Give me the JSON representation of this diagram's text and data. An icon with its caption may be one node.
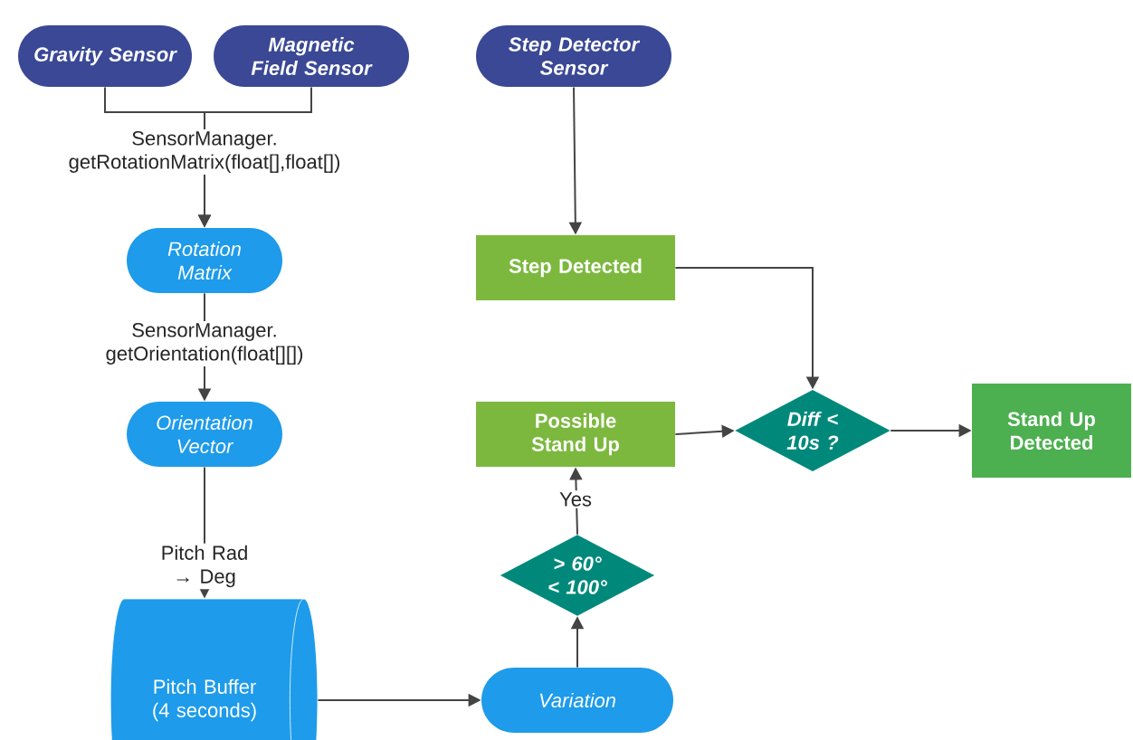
{
  "diagram": {
    "nodes": [
      {
        "text": [
          "Gravity Sensor"
        ]
      },
      {
        "text": [
          "Magnetic Field Sensor"
        ]
      },
      {
        "text": [
          "Step Detector Sensor"
        ]
      },
      {
        "text": [
          "Rotation Matrix"
        ]
      },
      {
        "text": [
          "Orientation Vector"
        ]
      },
      {
        "text": [
          "Pitch Buffer (4 seconds)"
        ]
      },
      {
        "text": [
          "Variation"
        ]
      },
      {
        "text": [
          "> 60° < 100°"
        ]
      },
      {
        "text": [
          "Possible Stand Up"
        ]
      },
      {
        "text": [
          "Step Detected"
        ]
      },
      {
        "text": [
          "Diff < 10s ?"
        ]
      },
      {
        "text": [
          "Stand Up Detected"
        ]
      }
    ],
    "edges": [
      {
        "from": 0,
        "to": 3,
        "arrow": "to",
        "label": "SensorManager. getRotationMatrix(float[],float[])"
      },
      {
        "from": 1,
        "to": 3,
        "arrow": "to"
      },
      {
        "from": 3,
        "to": 4,
        "arrow": "to",
        "label": "SensorManager. getOrientation(float[][])"
      },
      {
        "from": 4,
        "to": 5,
        "arrow": "to",
        "label": "Pitch Rad → Deg"
      },
      {
        "from": 5,
        "to": 6,
        "arrow": "to"
      },
      {
        "from": 6,
        "to": 7,
        "arrow": "to"
      },
      {
        "from": 7,
        "to": 8,
        "arrow": "to",
        "label": "Yes"
      },
      {
        "from": 2,
        "to": 9,
        "arrow": "to"
      },
      {
        "from": 9,
        "to": 10,
        "arrow": "to"
      },
      {
        "from": 8,
        "to": 10,
        "arrow": "to"
      },
      {
        "from": 10,
        "to": 11,
        "arrow": "to"
      }
    ]
  }
}
